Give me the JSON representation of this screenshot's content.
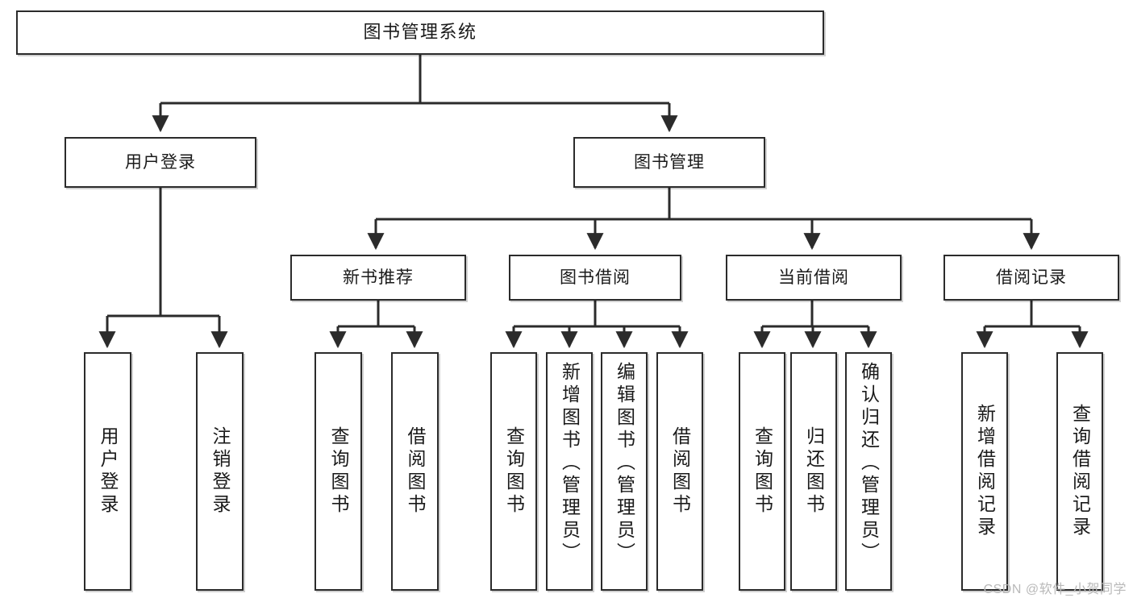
{
  "diagram": {
    "title": "图书管理系统",
    "type": "tree",
    "orientation": "top-down",
    "colors": {
      "stroke": "#2b2b2b",
      "fill": "#ffffff",
      "text": "#1a1a1a",
      "watermark": "#b9b9b9"
    },
    "watermark": "CSDN @软件_小贺同学",
    "nodes": {
      "root": {
        "label": "图书管理系统"
      },
      "level2": [
        {
          "id": "user-login",
          "label": "用户登录"
        },
        {
          "id": "book-manage",
          "label": "图书管理"
        }
      ],
      "level3": [
        {
          "id": "new-book-recommend",
          "label": "新书推荐"
        },
        {
          "id": "book-borrow",
          "label": "图书借阅"
        },
        {
          "id": "current-borrow",
          "label": "当前借阅"
        },
        {
          "id": "borrow-record",
          "label": "借阅记录"
        }
      ],
      "leaves": {
        "user-login": [
          {
            "id": "leaf-user-login",
            "label": "用户登录"
          },
          {
            "id": "leaf-logout-login",
            "label": "注销登录"
          }
        ],
        "new-book-recommend": [
          {
            "id": "leaf-query-book-1",
            "label": "查询图书"
          },
          {
            "id": "leaf-borrow-book-1",
            "label": "借阅图书"
          }
        ],
        "book-borrow": [
          {
            "id": "leaf-query-book-2",
            "label": "查询图书"
          },
          {
            "id": "leaf-add-book",
            "label": "新增图书（管理员）"
          },
          {
            "id": "leaf-edit-book",
            "label": "编辑图书（管理员）"
          },
          {
            "id": "leaf-borrow-book-2",
            "label": "借阅图书"
          }
        ],
        "current-borrow": [
          {
            "id": "leaf-query-book-3",
            "label": "查询图书"
          },
          {
            "id": "leaf-return-book",
            "label": "归还图书"
          },
          {
            "id": "leaf-confirm-return",
            "label": "确认归还（管理员）"
          }
        ],
        "borrow-record": [
          {
            "id": "leaf-add-record",
            "label": "新增借阅记录"
          },
          {
            "id": "leaf-query-record",
            "label": "查询借阅记录"
          }
        ]
      }
    }
  }
}
